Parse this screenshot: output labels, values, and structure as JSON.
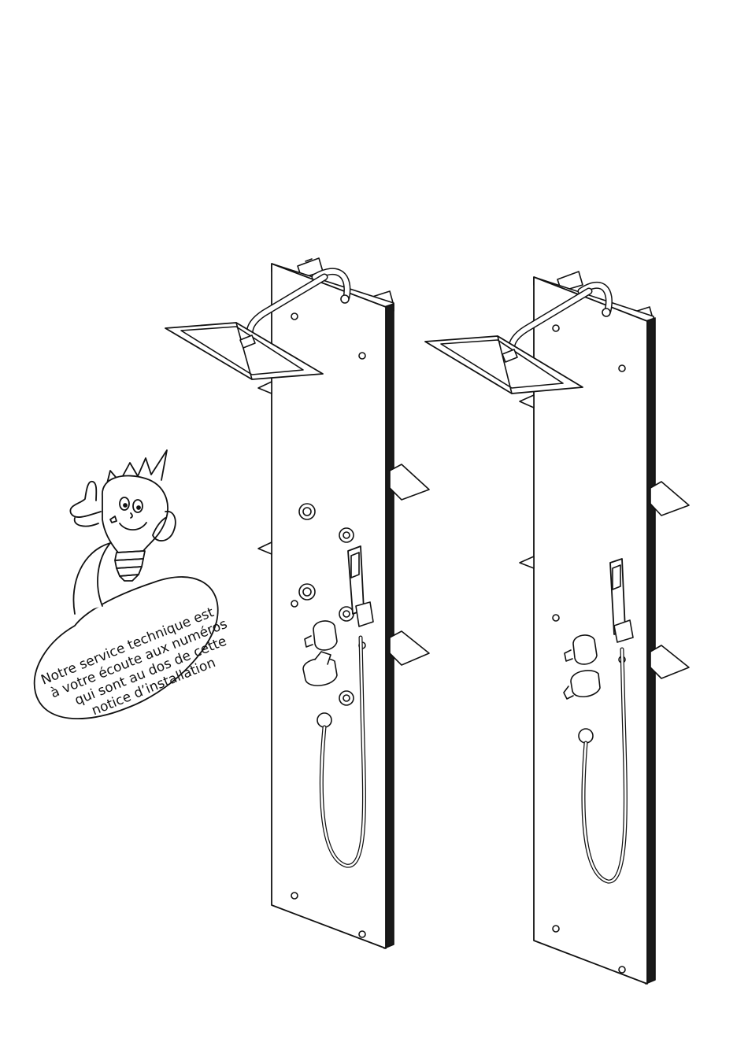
{
  "mascot_bubble": {
    "line_1": "Notre service technique est",
    "line_2": "à votre écoute aux numéros",
    "line_3": "qui sont au dos de cette",
    "line_4": "notice d’installation"
  },
  "colors": {
    "ink": "#111111",
    "paper": "#ffffff",
    "panel_edge": "#1a1a1a"
  },
  "illustrations": [
    {
      "name": "shower-panel-with-jets",
      "jets": 5
    },
    {
      "name": "shower-panel-without-jets",
      "jets": 0
    }
  ]
}
